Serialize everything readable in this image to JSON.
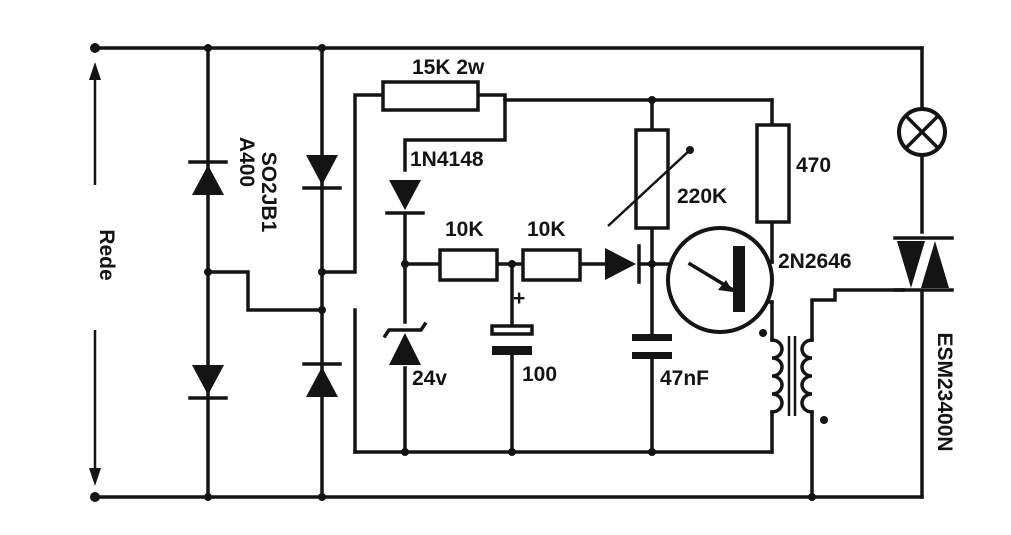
{
  "diagram": {
    "mains_label": "Rede",
    "bridge_left_label": "A400",
    "bridge_right_label": "SO2JB1",
    "r_top_label": "15K 2w",
    "diode_label": "1N4148",
    "r1_label": "10K",
    "r2_label": "10K",
    "zener_label": "24v",
    "cap_label": "100",
    "cap_plus": "+",
    "pot_label": "220K",
    "r_470_label": "470",
    "ujt_label": "2N2646",
    "c_small_label": "47nF",
    "triac_label": "ESM23400N"
  },
  "colors": {
    "ink": "#141414",
    "paper": "#ffffff"
  }
}
